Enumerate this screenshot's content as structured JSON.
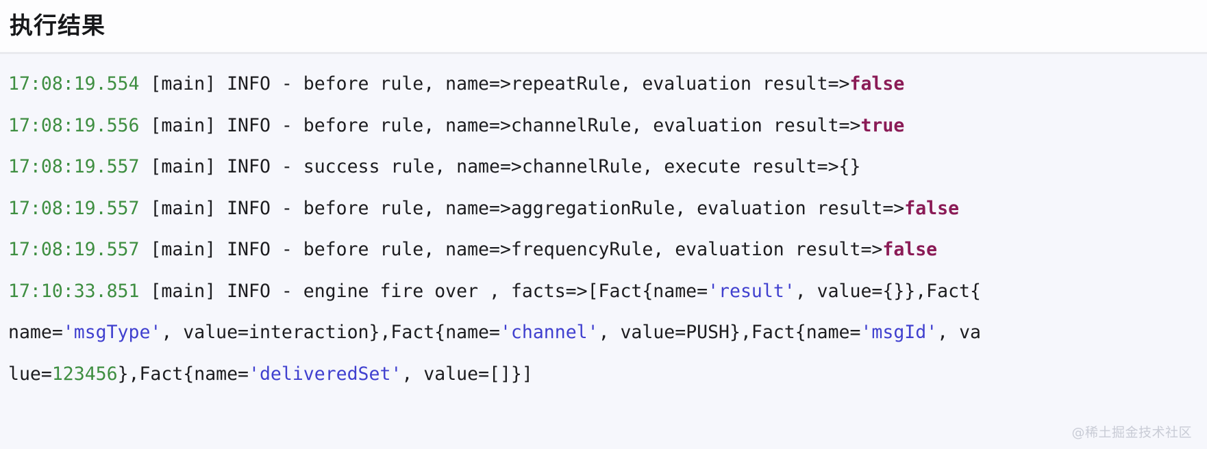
{
  "header": {
    "title": "执行结果"
  },
  "log": {
    "lines": [
      {
        "id": "log-line-1",
        "tokens": [
          {
            "t": "17:08:19.554",
            "c": "time"
          },
          {
            "t": " [main] INFO - before rule, name=>repeatRule, evaluation result=>",
            "c": "plain"
          },
          {
            "t": "false",
            "c": "bool"
          }
        ]
      },
      {
        "id": "log-line-2",
        "tokens": [
          {
            "t": "17:08:19.556",
            "c": "time"
          },
          {
            "t": " [main] INFO - before rule, name=>channelRule, evaluation result=>",
            "c": "plain"
          },
          {
            "t": "true",
            "c": "bool"
          }
        ]
      },
      {
        "id": "log-line-3",
        "tokens": [
          {
            "t": "17:08:19.557",
            "c": "time"
          },
          {
            "t": " [main] INFO - success rule, name=>channelRule, execute result=>{}",
            "c": "plain"
          }
        ]
      },
      {
        "id": "log-line-4",
        "tokens": [
          {
            "t": "17:08:19.557",
            "c": "time"
          },
          {
            "t": " [main] INFO - before rule, name=>aggregationRule, evaluation result=>",
            "c": "plain"
          },
          {
            "t": "false",
            "c": "bool"
          }
        ]
      },
      {
        "id": "log-line-5",
        "tokens": [
          {
            "t": "17:08:19.557",
            "c": "time"
          },
          {
            "t": " [main] INFO - before rule, name=>frequencyRule, evaluation result=>",
            "c": "plain"
          },
          {
            "t": "false",
            "c": "bool"
          }
        ]
      },
      {
        "id": "log-line-6",
        "tokens": [
          {
            "t": "17:10:33.851",
            "c": "time"
          },
          {
            "t": " [main] INFO - engine fire over , facts=>[Fact{name=",
            "c": "plain"
          },
          {
            "t": "'result'",
            "c": "str"
          },
          {
            "t": ", value={}},Fact{",
            "c": "plain"
          }
        ]
      },
      {
        "id": "log-line-7",
        "tokens": [
          {
            "t": "name=",
            "c": "plain"
          },
          {
            "t": "'msgType'",
            "c": "str"
          },
          {
            "t": ", value=interaction},Fact{name=",
            "c": "plain"
          },
          {
            "t": "'channel'",
            "c": "str"
          },
          {
            "t": ", value=PUSH},Fact{name=",
            "c": "plain"
          },
          {
            "t": "'msgId'",
            "c": "str"
          },
          {
            "t": ", va",
            "c": "plain"
          }
        ]
      },
      {
        "id": "log-line-8",
        "tokens": [
          {
            "t": "lue=",
            "c": "plain"
          },
          {
            "t": "123456",
            "c": "num"
          },
          {
            "t": "},Fact{name=",
            "c": "plain"
          },
          {
            "t": "'deliveredSet'",
            "c": "str"
          },
          {
            "t": ", value=[]}]",
            "c": "plain"
          }
        ]
      }
    ]
  },
  "watermark": {
    "text": "@稀土掘金技术社区"
  },
  "colors": {
    "timestamp": "#3e8e41",
    "boolean": "#8a1b56",
    "string": "#4040cf",
    "number": "#3e8e41",
    "text": "#1c1c1f",
    "header_bg": "#fdfdfe",
    "log_bg": "#f6f7fc",
    "divider": "#e9eaee",
    "watermark": "#c9ccd6"
  }
}
